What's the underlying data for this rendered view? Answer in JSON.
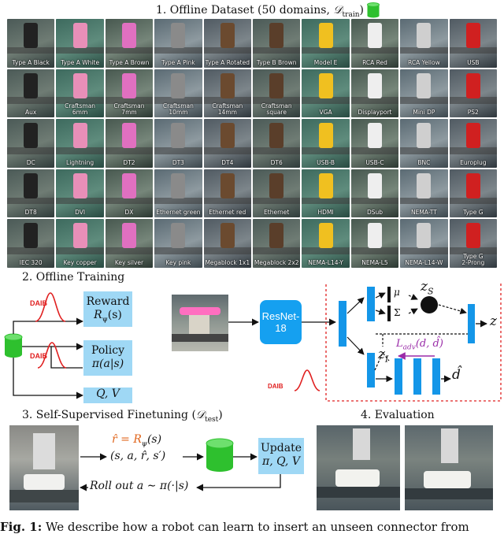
{
  "section1": {
    "title": "1. Offline Dataset (50 domains, "
  },
  "section2": {
    "title": "2. Offline Training"
  },
  "section3": {
    "title": "3. Self-Supervised Finetuning ("
  },
  "section4": {
    "title": "4. Evaluation"
  },
  "grid_labels": [
    "Type A Black",
    "Type A White",
    "Type A Brown",
    "Type A Pink",
    "Type A Rotated",
    "Type B Brown",
    "Model E",
    "RCA Red",
    "RCA Yellow",
    "USB",
    "Aux",
    "Craftsman\n6mm",
    "Craftsman\n7mm",
    "Craftsman\n10mm",
    "Craftsman\n14mm",
    "Craftsman\nsquare",
    "VGA",
    "Displayport",
    "Mini DP",
    "PS2",
    "DC",
    "Lightning",
    "DT2",
    "DT3",
    "DT4",
    "DT6",
    "USB-B",
    "USB-C",
    "BNC",
    "Europlug",
    "DT8",
    "DVI",
    "DX",
    "Ethernet green",
    "Ethernet red",
    "Ethernet",
    "HDMI",
    "DSub",
    "NEMA-TT",
    "Type G",
    "IEC 320",
    "Key copper",
    "Key silver",
    "Key pink",
    "Megablock 1x1",
    "Megablock 2x2",
    "NEMA-L14-Y",
    "NEMA-L5",
    "NEMA-L14-W",
    "Type G\n2-Prong"
  ],
  "training": {
    "reward_label": "Reward",
    "reward_fn": "R",
    "policy_label": "Policy",
    "policy_fn": "π(a|s)",
    "qv": "Q, V",
    "daib": "DAIB",
    "resnet": "ResNet-18",
    "mu": "μ",
    "sigma": "Σ",
    "zs": "z",
    "zs_sub": "S",
    "zi": "z",
    "zi_sub": "I",
    "z": "z",
    "ladv": "L",
    "ladv_sub": "adv",
    "ladv_args": "(d, d̂)",
    "dhat": "d̂"
  },
  "finetune": {
    "rhat_eq": "r̂ = R",
    "tuple": "(s, a, r̂, s′)",
    "update_label": "Update",
    "update_vars": "π, Q, V",
    "rollout": "Roll out a ∼ π(·|s)"
  },
  "caption": {
    "fig": "Fig. 1:",
    "text": " We describe how a robot can learn to insert an unseen connector from"
  },
  "colors": {
    "db_green": "#2ec02e",
    "blue_box": "#9fd8f5",
    "dark_blue": "#1496e8",
    "resnet": "#15a0f0",
    "red": "#e02020",
    "purple": "#9a2ca8"
  }
}
